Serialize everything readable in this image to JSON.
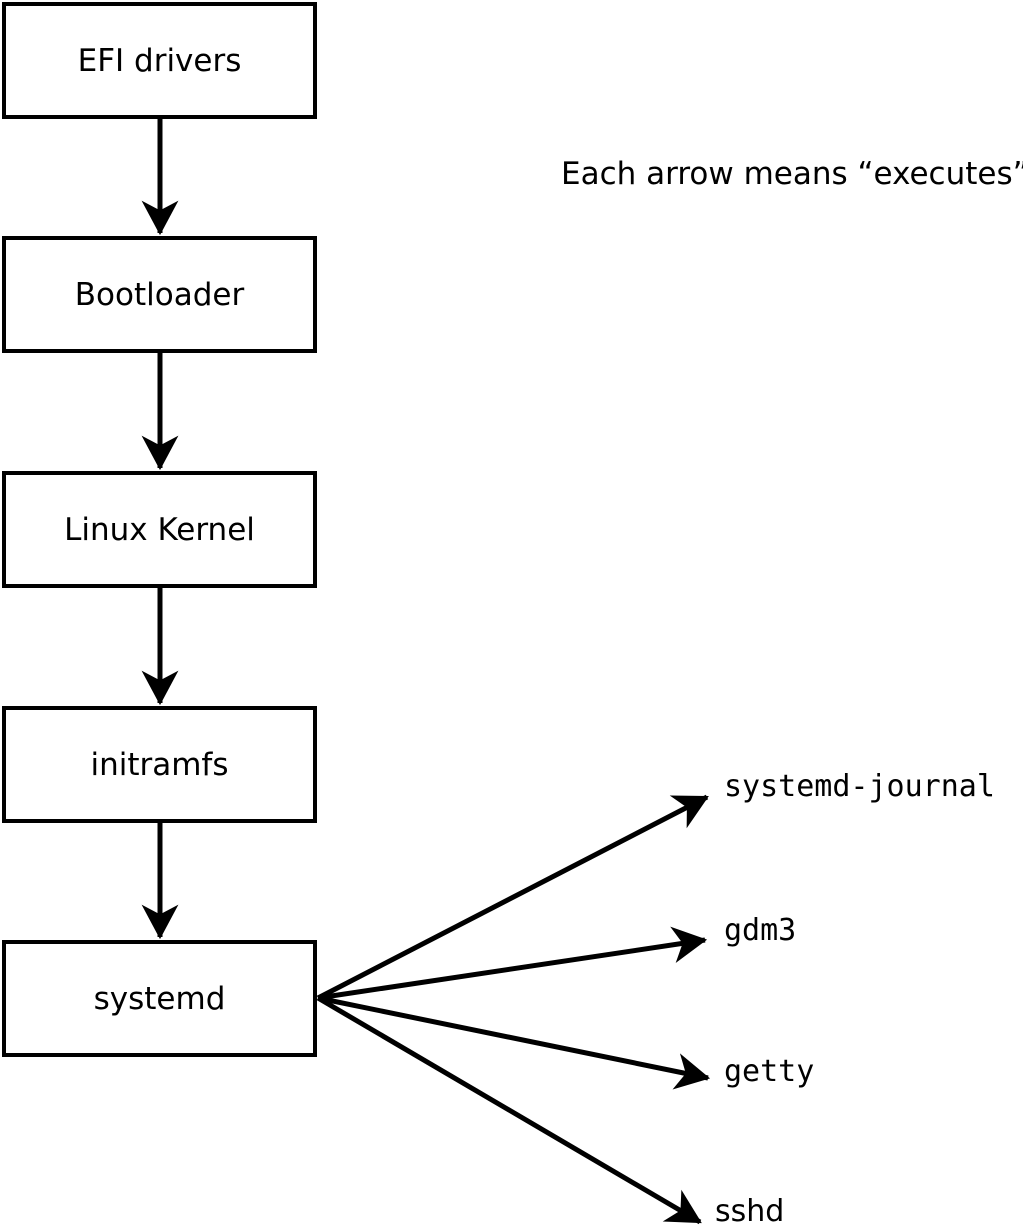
{
  "diagram": {
    "note": "Each arrow means “executes”.",
    "boot_chain": [
      {
        "label": "EFI drivers"
      },
      {
        "label": "Bootloader"
      },
      {
        "label": "Linux Kernel"
      },
      {
        "label": "initramfs"
      },
      {
        "label": "systemd"
      }
    ],
    "spawned_processes": [
      {
        "label": "systemd-journal"
      },
      {
        "label": "gdm3"
      },
      {
        "label": "getty"
      },
      {
        "label": "sshd"
      }
    ],
    "colors": {
      "line": "#000000",
      "box_border": "#000000",
      "box_fill": "#ffffff",
      "text": "#000000",
      "background": "#ffffff"
    }
  }
}
